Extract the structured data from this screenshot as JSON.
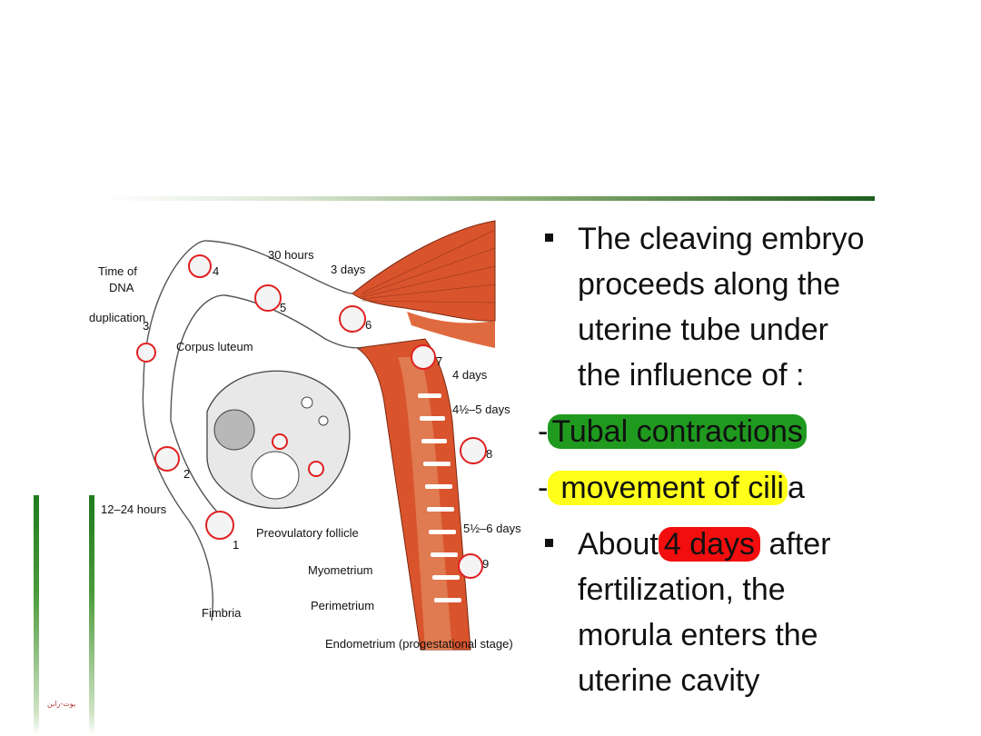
{
  "slide": {
    "footer_text": "يوت-رابن",
    "bullets": {
      "first_lines": [
        "The cleaving embryo",
        "proceeds along the",
        "uterine tube under",
        "the influence of :"
      ],
      "dash1_prefix": "-",
      "dash1_highlight": "Tubal contractions",
      "dash2_prefix": "-",
      "dash2_highlight": "movement of cili",
      "dash2_tail": "a",
      "last_pre": "About",
      "last_highlight": "4 days",
      "last_post": "after",
      "last_lines": [
        "fertilization, the",
        "morula enters the",
        "uterine cavity"
      ]
    },
    "highlight_colors": {
      "green": "#1f9a1f",
      "yellow": "#ffff19",
      "red": "#f20e0e"
    }
  },
  "figure": {
    "labels": {
      "time_dna_1": "Time of",
      "time_dna_2": "DNA",
      "time_dna_3": "duplication",
      "hours30": "30 hours",
      "days3": "3 days",
      "corpus_luteum": "Corpus luteum",
      "days4": "4 days",
      "days4_5": "4½–5 days",
      "days5_6": "5½–6 days",
      "hours12_24": "12–24 hours",
      "preovulatory": "Preovulatory follicle",
      "myometrium": "Myometrium",
      "perimetrium": "Perimetrium",
      "fimbria": "Fimbria",
      "endometrium": "Endometrium (progestational stage)"
    },
    "stages": [
      "1",
      "2",
      "3",
      "4",
      "5",
      "6",
      "7",
      "8",
      "9"
    ]
  }
}
